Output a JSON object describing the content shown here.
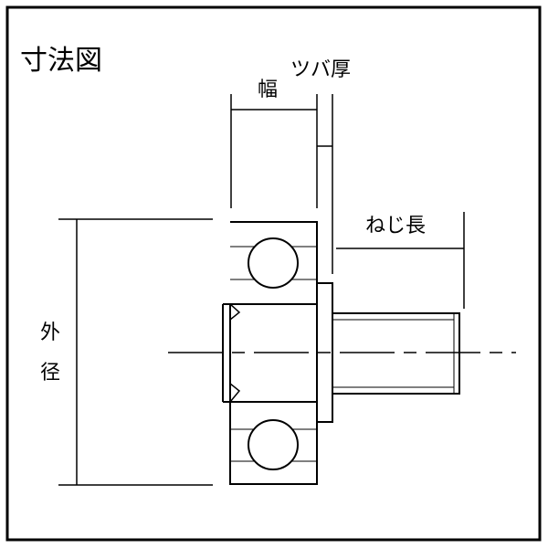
{
  "title": "寸法図",
  "labels": {
    "width": "幅",
    "flange_thickness": "ツバ厚",
    "thread_length": "ねじ長",
    "outer_diameter_1": "外",
    "outer_diameter_2": "径"
  }
}
